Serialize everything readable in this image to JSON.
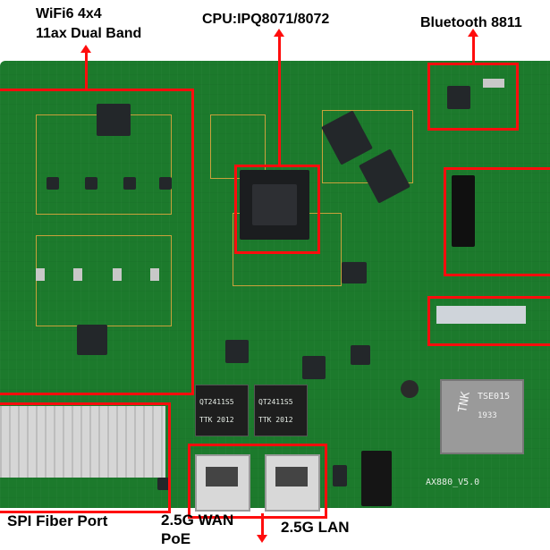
{
  "labels": {
    "wifi_line1": "WiFi6  4x4",
    "wifi_line2": "11ax Dual Band",
    "cpu": "CPU:IPQ8071/8072",
    "bluetooth": "Bluetooth 8811",
    "spi_fiber": "SPI Fiber Port",
    "wan_line1": "2.5G WAN",
    "wan_line2": "PoE",
    "lan": "2.5G LAN"
  },
  "board_markings": {
    "model": "AX880_V5.0",
    "tmk_left": "TTK 2012",
    "tmk_right": "TTK 2012",
    "mag_left": "QT2411S5",
    "mag_right": "QT2411S5",
    "trafo_brand": "TNK",
    "trafo_part": "TSE015",
    "trafo_code": "1933"
  },
  "colors": {
    "annotation": "#ff0d0d",
    "pcb": "#1c7a2c"
  }
}
